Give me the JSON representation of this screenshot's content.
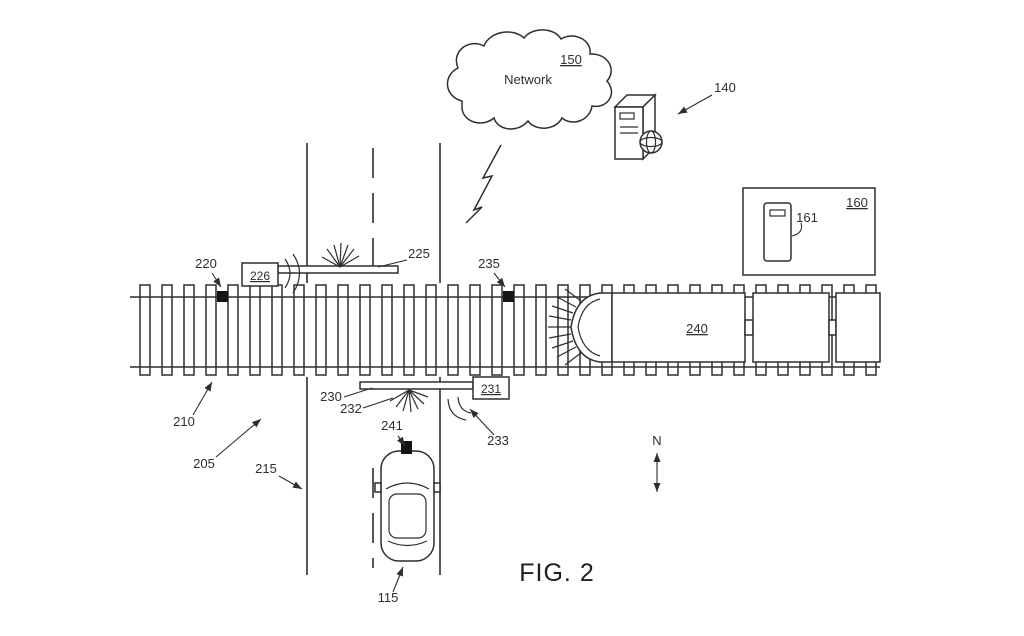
{
  "figure": {
    "caption": "FIG. 2",
    "compass_north": "N"
  },
  "network": {
    "label": "Network",
    "ref": "150"
  },
  "refs": {
    "remote_computer": "140",
    "station_enclosure": "160",
    "mobile_device": "161",
    "train": "240",
    "left_track_sensor": "220",
    "left_gate_arm": "225",
    "left_gate_controller": "226",
    "right_gate_arm": "230",
    "right_gate_controller": "231",
    "right_gate_brush": "232",
    "right_gate_wireless": "233",
    "right_track_sensor": "235",
    "vehicle": "115",
    "vehicle_transceiver": "241",
    "railroad_track": "210",
    "roadway": "205",
    "road_edge": "215"
  }
}
